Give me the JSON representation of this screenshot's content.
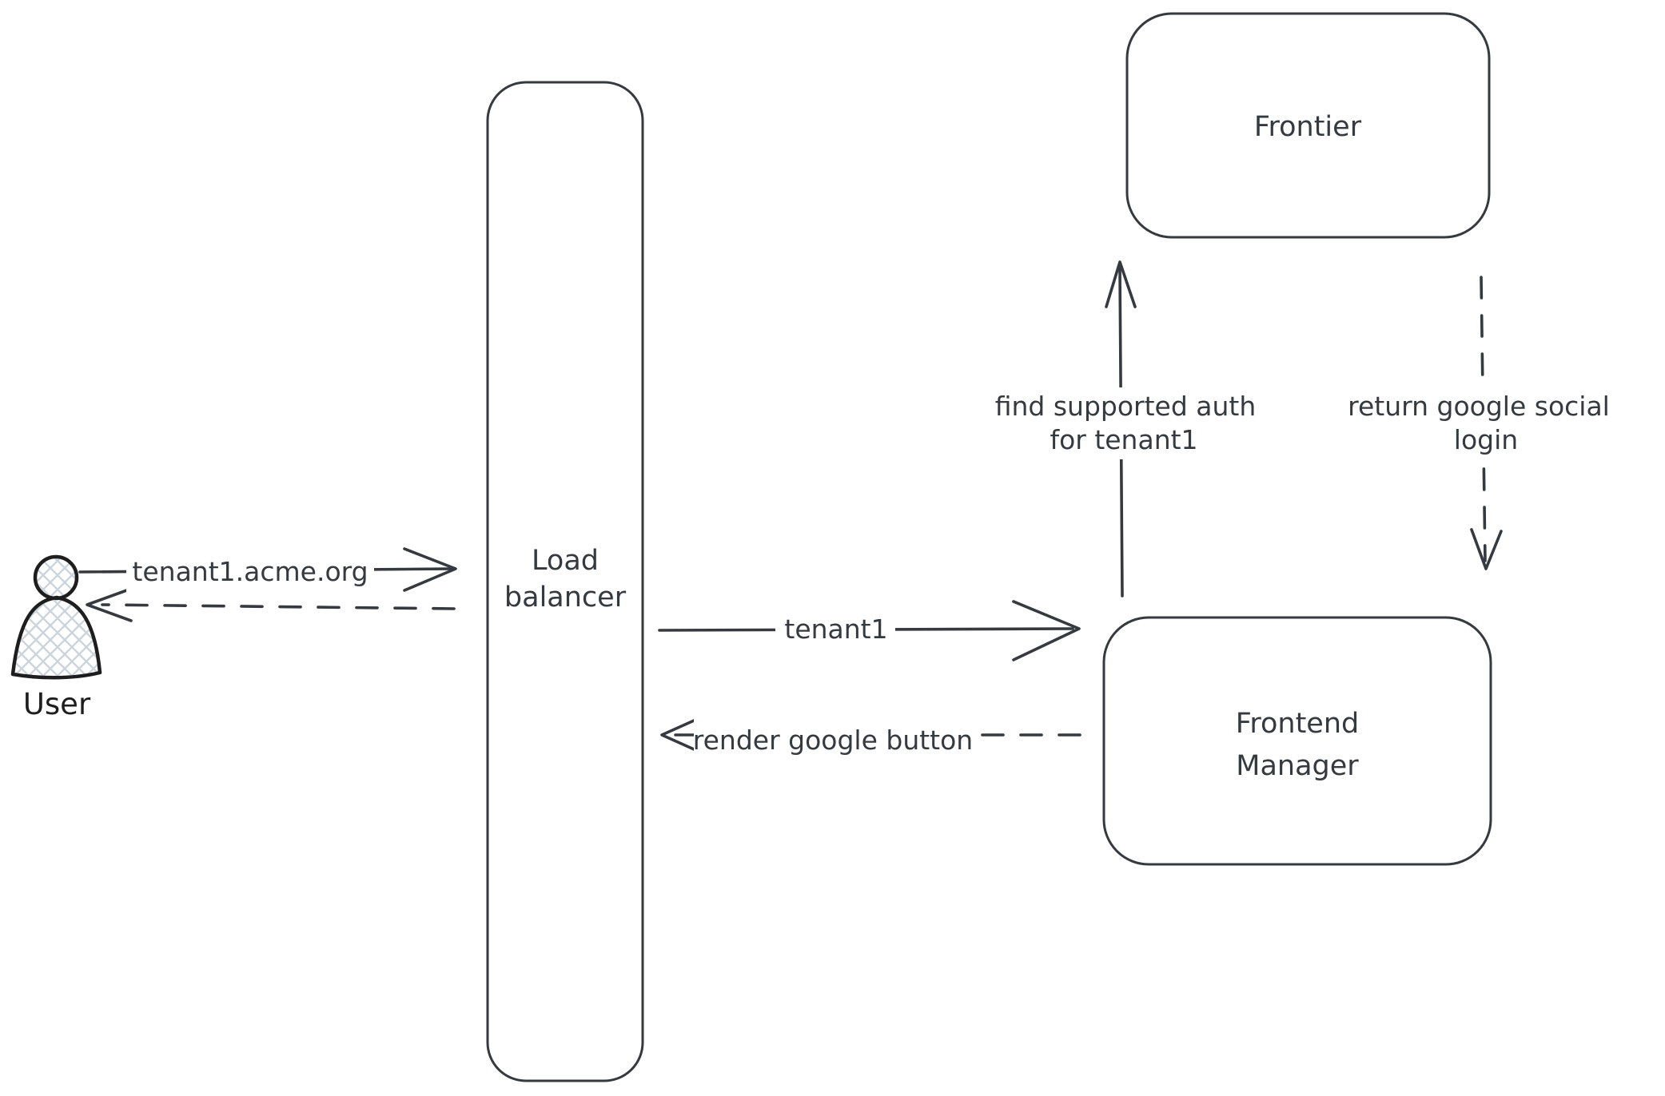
{
  "colors": {
    "background": "#ffffff",
    "stroke": "#343a40",
    "user_stroke": "#1e1e1e",
    "hatch": "#ccd5dd"
  },
  "nodes": {
    "user": {
      "label": "User"
    },
    "load_balancer": {
      "lines": [
        "Load",
        "balancer"
      ]
    },
    "frontier": {
      "label": "Frontier"
    },
    "frontend_manager": {
      "lines": [
        "Frontend",
        "Manager"
      ]
    }
  },
  "edges": {
    "user_to_load_balancer": {
      "label": "tenant1.acme.org",
      "style": "solid"
    },
    "load_balancer_to_user": {
      "label": "",
      "style": "dashed"
    },
    "load_balancer_to_frontend_manager": {
      "label": "tenant1",
      "style": "solid"
    },
    "frontend_manager_to_load_balancer": {
      "label": "render google button",
      "style": "dashed"
    },
    "frontend_manager_to_frontier": {
      "lines": [
        "find supported auth",
        "for tenant1"
      ],
      "style": "solid"
    },
    "frontier_to_frontend_manager": {
      "lines": [
        "return google social",
        "login"
      ],
      "style": "dashed"
    }
  }
}
